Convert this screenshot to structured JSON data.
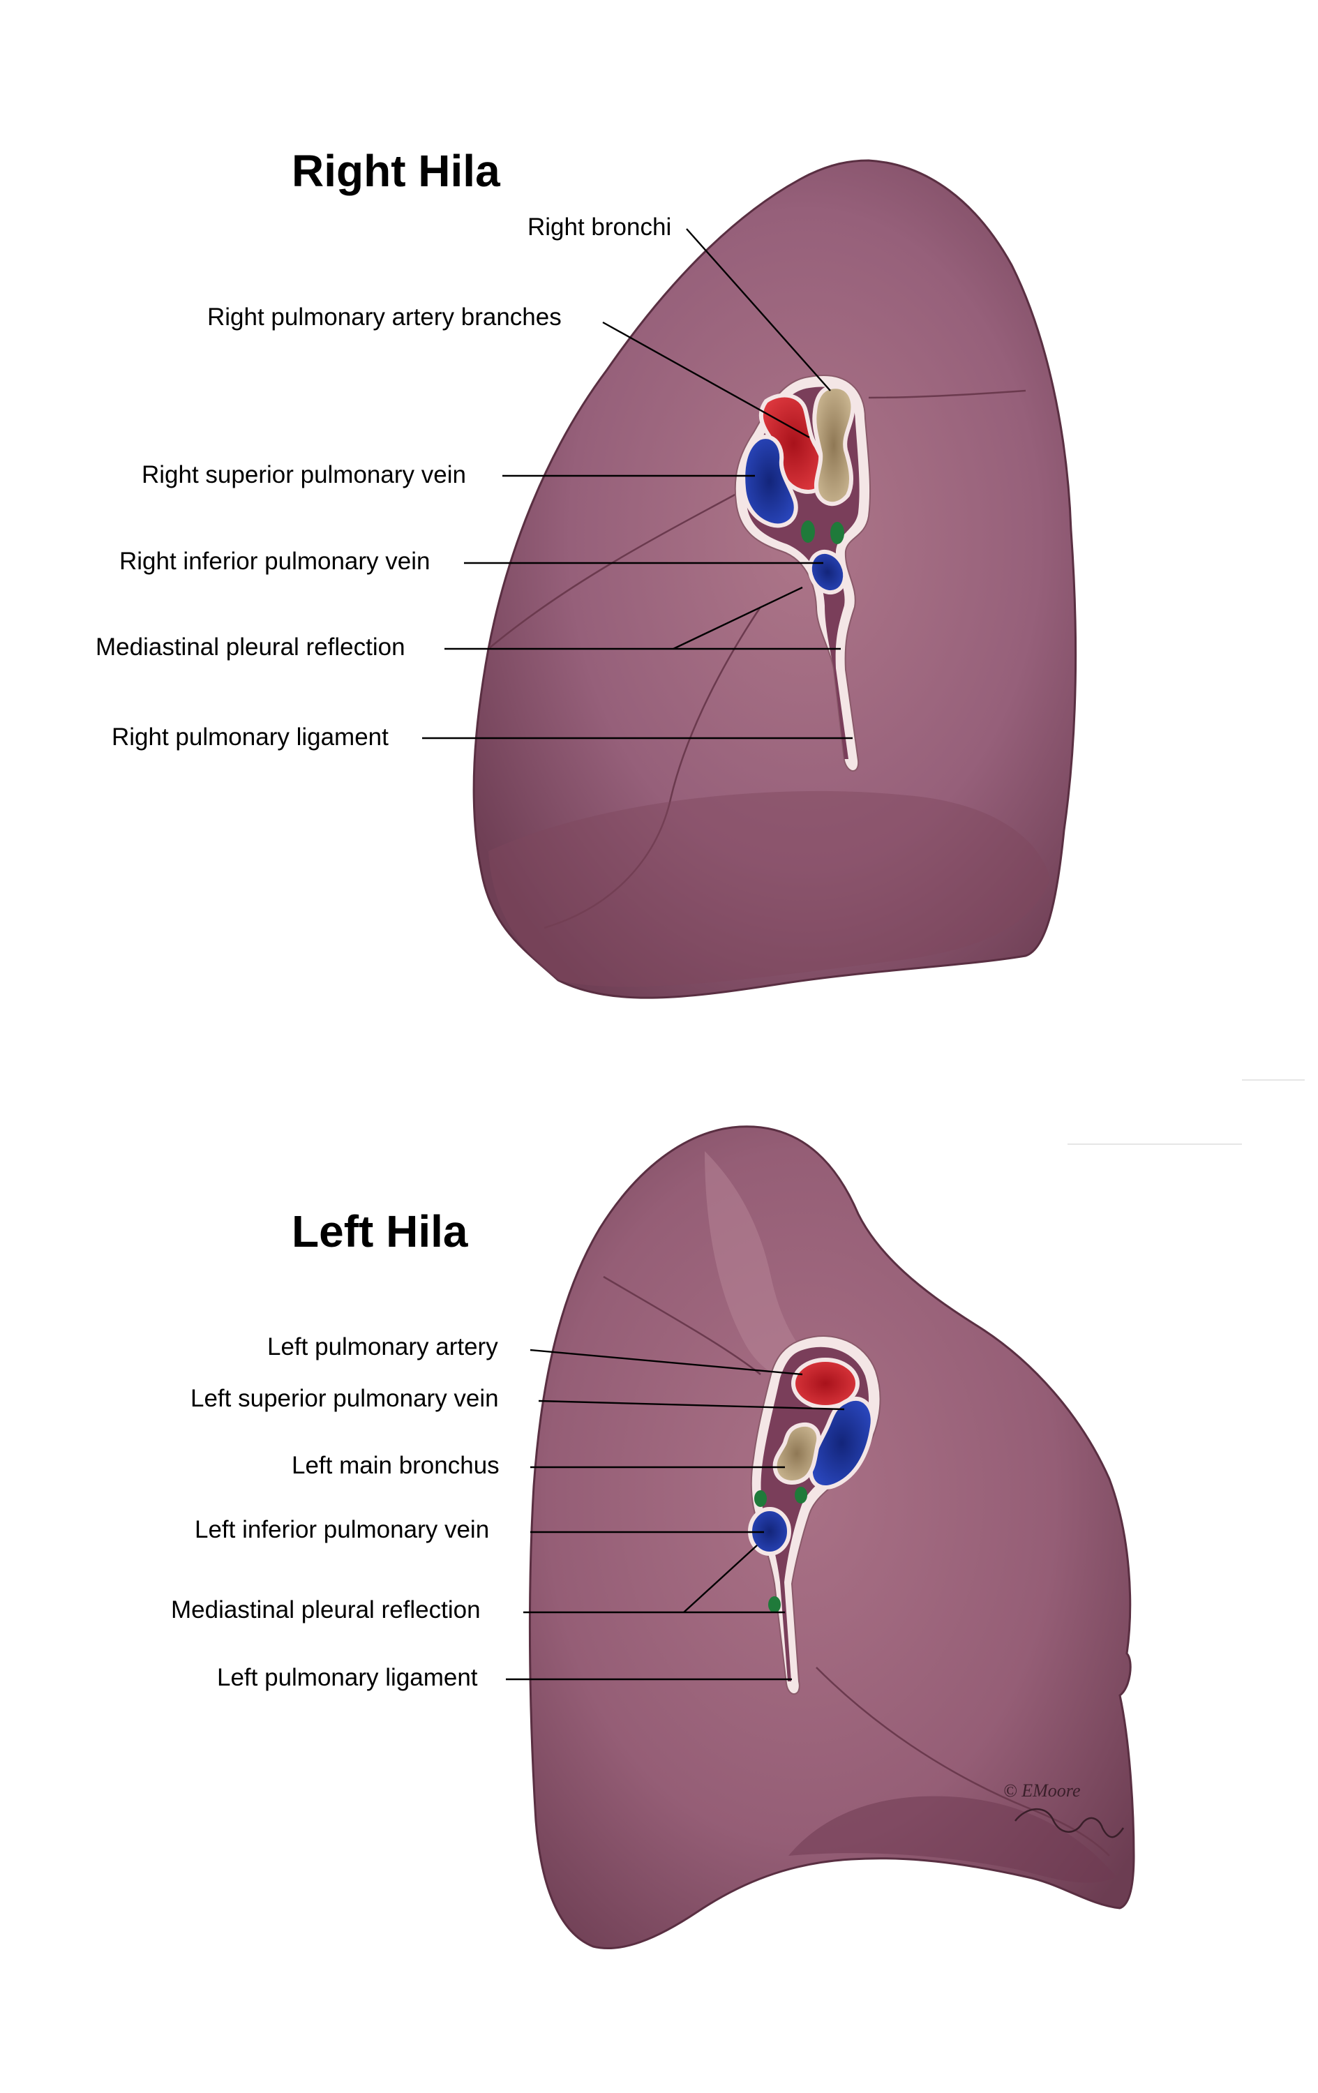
{
  "right_hila": {
    "title": "Right Hila",
    "labels": [
      "Right bronchi",
      "Right pulmonary artery branches",
      "Right superior pulmonary vein",
      "Right inferior pulmonary vein",
      "Mediastinal pleural reflection",
      "Right pulmonary ligament"
    ]
  },
  "left_hila": {
    "title": "Left Hila",
    "labels": [
      "Left pulmonary artery",
      "Left superior pulmonary vein",
      "Left main bronchus",
      "Left inferior pulmonary vein",
      "Mediastinal pleural reflection",
      "Left pulmonary ligament"
    ]
  },
  "signature": "© EMoore",
  "colors": {
    "lung": "#9a6276",
    "artery": "#d42a32",
    "vein": "#1f3aa8",
    "bronchus": "#b5a07c",
    "lymph_node": "#1f7a3a",
    "pleura": "#f4e6e6"
  }
}
